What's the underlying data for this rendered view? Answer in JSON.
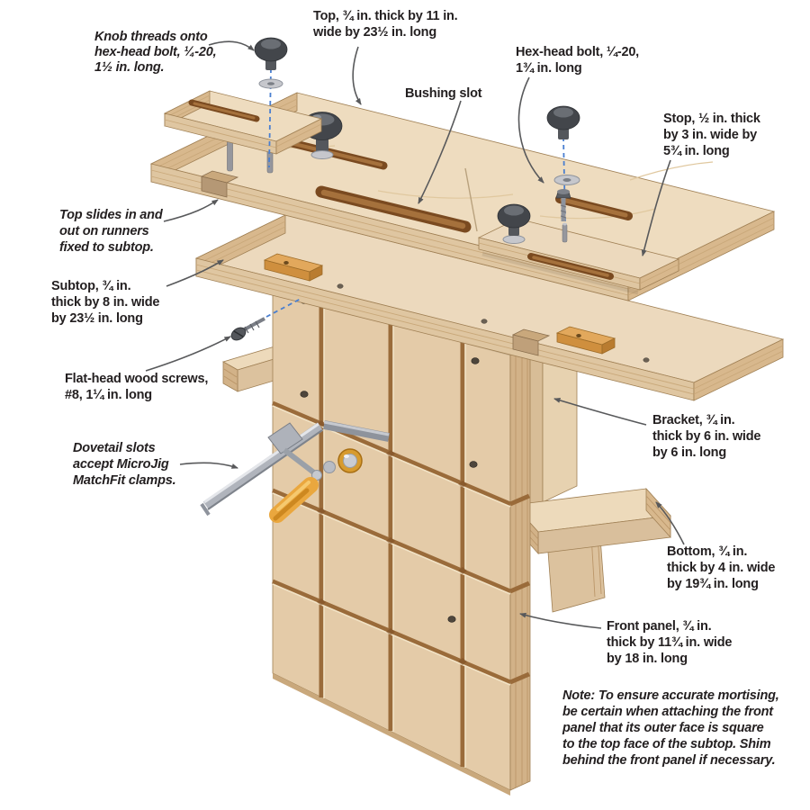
{
  "figure": {
    "title": "Mortising jig exploded diagram",
    "background": "#ffffff",
    "labels": {
      "knob_note": {
        "style": "italic",
        "lines": [
          "Knob threads onto",
          "hex-head bolt, ¼-20,",
          "1½ in. long."
        ]
      },
      "top": {
        "style": "regular",
        "lines": [
          "Top, ¾ in. thick by 11 in.",
          "wide by 23½ in. long"
        ]
      },
      "bushing_slot": {
        "style": "regular",
        "lines": [
          "Bushing slot"
        ]
      },
      "hex_bolt": {
        "style": "regular",
        "lines": [
          "Hex-head bolt, ¼-20,",
          "1¾ in. long"
        ]
      },
      "stop": {
        "style": "regular",
        "lines": [
          "Stop, ½ in. thick",
          "by 3 in. wide by",
          "5¾ in. long"
        ]
      },
      "top_slides": {
        "style": "italic",
        "lines": [
          "Top slides in and",
          "out on runners",
          "fixed to subtop."
        ]
      },
      "subtop": {
        "style": "regular",
        "lines": [
          "Subtop, ¾ in.",
          "thick by 8 in. wide",
          "by 23½ in. long"
        ]
      },
      "screws": {
        "style": "regular",
        "lines": [
          "Flat-head wood screws,",
          "#8, 1¼ in. long"
        ]
      },
      "dovetail": {
        "style": "italic",
        "lines": [
          "Dovetail slots",
          "accept MicroJig",
          "MatchFit clamps."
        ]
      },
      "bracket": {
        "style": "regular",
        "lines": [
          "Bracket, ¾ in.",
          "thick by 6 in. wide",
          "by 6 in. long"
        ]
      },
      "bottom": {
        "style": "regular",
        "lines": [
          "Bottom, ¾ in.",
          "thick by 4 in. wide",
          "by 19¾ in. long"
        ]
      },
      "front_panel": {
        "style": "regular",
        "lines": [
          "Front panel, ¾ in.",
          "thick by 11¾ in. wide",
          "by 18 in. long"
        ]
      },
      "note": {
        "style": "italic",
        "lines": [
          "Note: To ensure accurate mortising,",
          "be certain when attaching the front",
          "panel that its outer face is square",
          "to the top face of the subtop. Shim",
          "behind the front panel if necessary."
        ]
      }
    },
    "colors": {
      "wood_light": "#eedcbf",
      "wood_mid": "#e4cba8",
      "wood_face": "#dfc6a1",
      "wood_dark": "#d2b288",
      "end_grain": "#d8b88d",
      "groove": "#9a6b3a",
      "slot": "#7a4a20",
      "runner": "#e2a85c",
      "knob": "#43464b",
      "metal": "#b9bcc4",
      "handle_orange": "#eaa73e",
      "dash_blue": "#4a7fd0",
      "arrow": "#58595b",
      "text": "#231f20"
    }
  }
}
